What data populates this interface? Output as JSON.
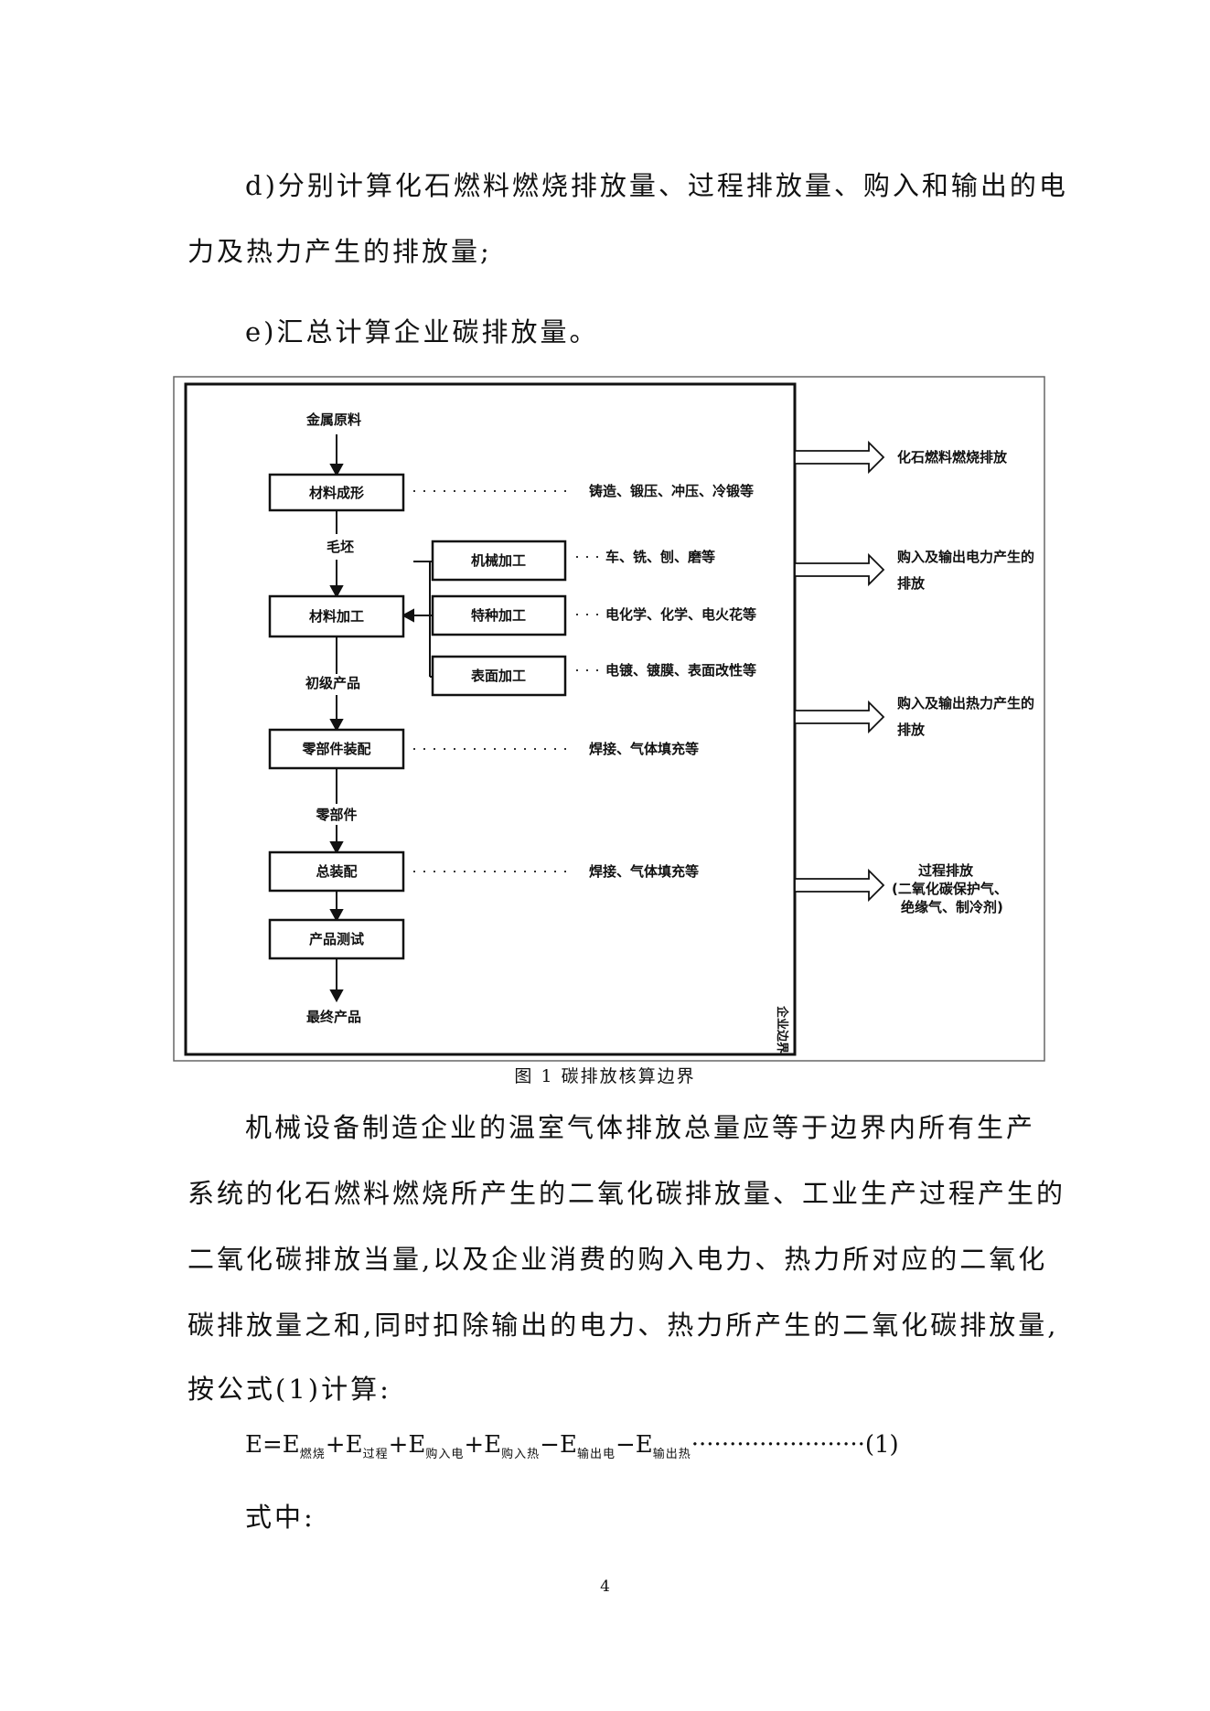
{
  "text": {
    "item_d_line1": "d)分别计算化石燃料燃烧排放量、过程排放量、购入和输出的电",
    "item_d_line2": "力及热力产生的排放量;",
    "item_e": "e)汇总计算企业碳排放量。",
    "caption": "图 1 碳排放核算边界",
    "body": [
      "机械设备制造企业的温室气体排放总量应等于边界内所有生产",
      "系统的化石燃料燃烧所产生的二氧化碳排放量、工业生产过程产生的",
      "二氧化碳排放当量,以及企业消费的购入电力、热力所对应的二氧化",
      "碳排放量之和,同时扣除输出的电力、热力所产生的二氧化碳排放量,",
      "按公式(1)计算:"
    ],
    "where": "式中:",
    "page_number": "4"
  },
  "formula": {
    "E": "E",
    "eq": "=",
    "plus": "+",
    "minus": "−",
    "terms": [
      "燃烧",
      "过程",
      "购入电",
      "购入热",
      "输出电",
      "输出热"
    ],
    "leader": "·······················",
    "number": "(1)"
  },
  "diagram": {
    "flow_labels": [
      "金属原料",
      "毛坯",
      "初级产品",
      "零部件",
      "最终产品"
    ],
    "boxes": [
      "材料成形",
      "材料加工",
      "零部件装配",
      "总装配",
      "产品测试"
    ],
    "sub_boxes": [
      "机械加工",
      "特种加工",
      "表面加工"
    ],
    "notes": [
      "铸造、锻压、冲压、冷锻等",
      "车、铣、刨、磨等",
      "电化学、化学、电火花等",
      "电镀、镀膜、表面改性等",
      "焊接、气体填充等",
      "焊接、气体填充等"
    ],
    "boundary_label": "企业边界",
    "outputs": [
      [
        "化石燃料燃烧排放"
      ],
      [
        "购入及输出电力产生的",
        "排放"
      ],
      [
        "购入及输出热力产生的",
        "排放"
      ],
      [
        "过程排放",
        "(二氧化碳保护气、",
        "绝缘气、制冷剂)"
      ]
    ]
  }
}
